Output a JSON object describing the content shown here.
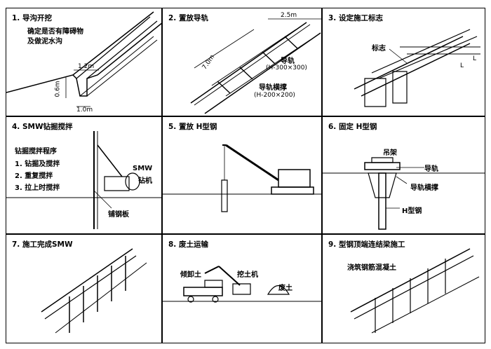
{
  "panels": [
    {
      "title": "1. 导沟开挖",
      "notes": [
        "确定是否有障碍物",
        "及做泥水沟"
      ],
      "dims": [
        "1.2m",
        "0.6m",
        "1.0m"
      ]
    },
    {
      "title": "2. 置放导轨",
      "dims": [
        "2.5m",
        "7.0m"
      ],
      "labels": [
        "导轨",
        "(H-300×300)",
        "导轨横撑",
        "(H-200×200)"
      ]
    },
    {
      "title": "3. 设定施工标志",
      "labels": [
        "标志"
      ],
      "dims": [
        "L",
        "L"
      ]
    },
    {
      "title": "4. SMW钻掘搅拌",
      "procedure_title": "钻掘搅拌程序",
      "steps": [
        "1. 钻掘及搅拌",
        "2. 重复搅拌",
        "3. 拉上时搅拌"
      ],
      "labels": [
        "SMW",
        "钻机",
        "铺钢板"
      ]
    },
    {
      "title": "5. 置放 H型钢"
    },
    {
      "title": "6. 固定 H型钢",
      "labels": [
        "吊架",
        "导轨",
        "导轨横撑",
        "H型钢"
      ]
    },
    {
      "title": "7. 施工完成SMW"
    },
    {
      "title": "8. 废土运输",
      "labels": [
        "倾卸土",
        "挖土机",
        "废土"
      ]
    },
    {
      "title": "9. 型钢顶端连结梁施工",
      "labels": [
        "浇筑钢筋混凝土"
      ]
    }
  ]
}
